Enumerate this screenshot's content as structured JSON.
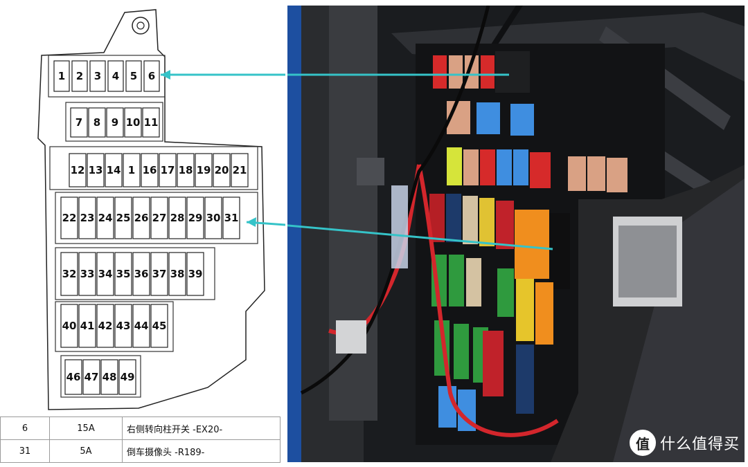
{
  "diagram": {
    "fuse_numbers": [
      "1",
      "2",
      "3",
      "4",
      "5",
      "6",
      "7",
      "8",
      "9",
      "10",
      "11",
      "12",
      "13",
      "14",
      "1",
      "16",
      "17",
      "18",
      "19",
      "20",
      "21",
      "22",
      "23",
      "24",
      "25",
      "26",
      "27",
      "28",
      "29",
      "30",
      "31",
      "32",
      "33",
      "34",
      "35",
      "36",
      "37",
      "38",
      "39",
      "40",
      "41",
      "42",
      "43",
      "44",
      "45",
      "46",
      "47",
      "48",
      "49"
    ],
    "table": [
      {
        "slot": "6",
        "amps": "15A",
        "desc": "右侧转向柱开关 -EX20-"
      },
      {
        "slot": "31",
        "amps": "5A",
        "desc": "倒车摄像头 -R189-"
      }
    ],
    "pointer_color": "#35c3c8"
  },
  "watermark": {
    "icon": "值",
    "text": "什么值得买"
  }
}
